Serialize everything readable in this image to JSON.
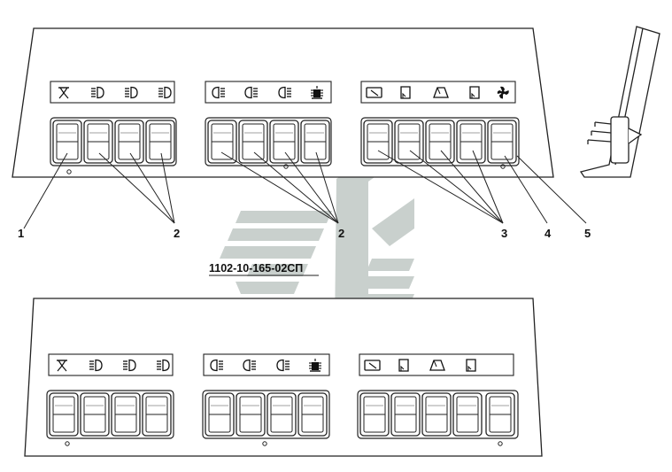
{
  "drawing": {
    "part_number": "1102-10-165-02СП",
    "callouts": [
      "1",
      "2",
      "2",
      "3",
      "4",
      "5"
    ]
  },
  "panels": [
    {
      "name": "top-panel",
      "groups": [
        {
          "icons": [
            "interior-light-icon",
            "headlight-icon",
            "headlight-icon",
            "headlight-icon"
          ],
          "switches": 4
        },
        {
          "icons": [
            "fog-light-icon",
            "fog-light-icon",
            "fog-light-icon",
            "beacon-icon"
          ],
          "switches": 4
        },
        {
          "icons": [
            "windshield-wiper-icon",
            "side-window-icon",
            "rear-window-icon",
            "side-window-icon",
            "fan-icon"
          ],
          "switches": 5
        }
      ]
    },
    {
      "name": "bottom-panel",
      "groups": [
        {
          "icons": [
            "interior-light-icon",
            "headlight-icon",
            "headlight-icon",
            "headlight-icon"
          ],
          "switches": 4
        },
        {
          "icons": [
            "fog-light-icon",
            "fog-light-icon",
            "fog-light-icon",
            "beacon-icon"
          ],
          "switches": 4
        },
        {
          "icons": [
            "windshield-wiper-icon",
            "side-window-icon",
            "rear-window-icon",
            "side-window-icon"
          ],
          "switches": 5
        }
      ]
    }
  ],
  "colors": {
    "line": "#222222",
    "watermark": "#b8c1bd"
  }
}
